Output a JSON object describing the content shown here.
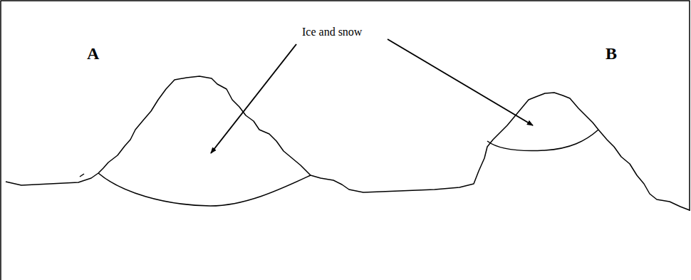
{
  "diagram": {
    "labels": [
      "Ice and snow",
      "A",
      "B"
    ]
  }
}
